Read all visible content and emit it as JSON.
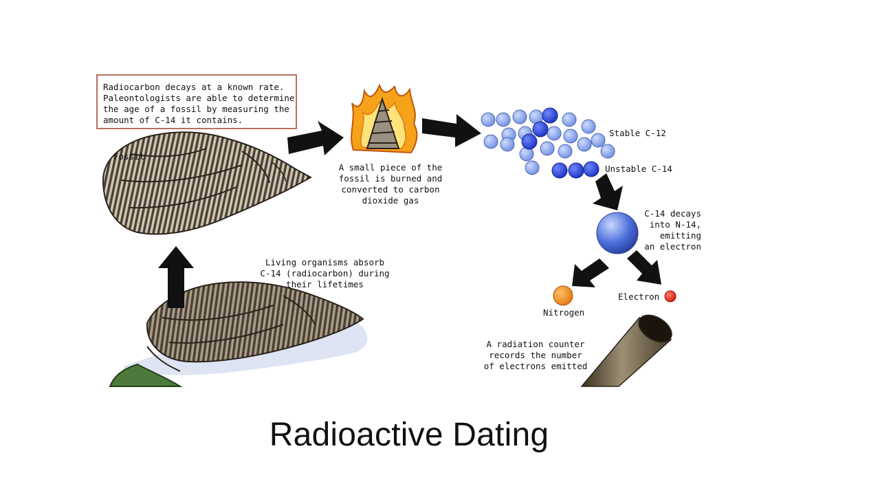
{
  "slide": {
    "title": "Radioactive Dating"
  },
  "diagram": {
    "intro_lines": [
      "Radiocarbon decays at a known rate.",
      "Paleontologists are able to determine",
      "the age of a fossil by measuring the",
      "amount of C-14 it contains."
    ],
    "fossil_label": "Fossil",
    "burn_lines": [
      "A small piece of the",
      "fossil is burned and",
      "converted to carbon",
      "dioxide gas"
    ],
    "stable_label": "Stable C-12",
    "unstable_label": "Unstable C-14",
    "decay_lines": [
      "C-14 decays",
      "into N-14,",
      "emitting",
      "an electron"
    ],
    "nitrogen_label": "Nitrogen",
    "electron_label": "Electron",
    "living_lines": [
      "Living organisms absorb",
      "C-14 (radiocarbon) during",
      "their lifetimes"
    ],
    "counter_lines": [
      "A radiation counter",
      "records the number",
      "of electrons emitted"
    ],
    "colors": {
      "c12": "#7f9fe8",
      "c14": "#2c47d6",
      "nitrogen": "#f08a1c",
      "electron": "#e8261e",
      "arrow": "#111111",
      "shell": "#6a5a48",
      "box_border": "#b5705f"
    }
  }
}
